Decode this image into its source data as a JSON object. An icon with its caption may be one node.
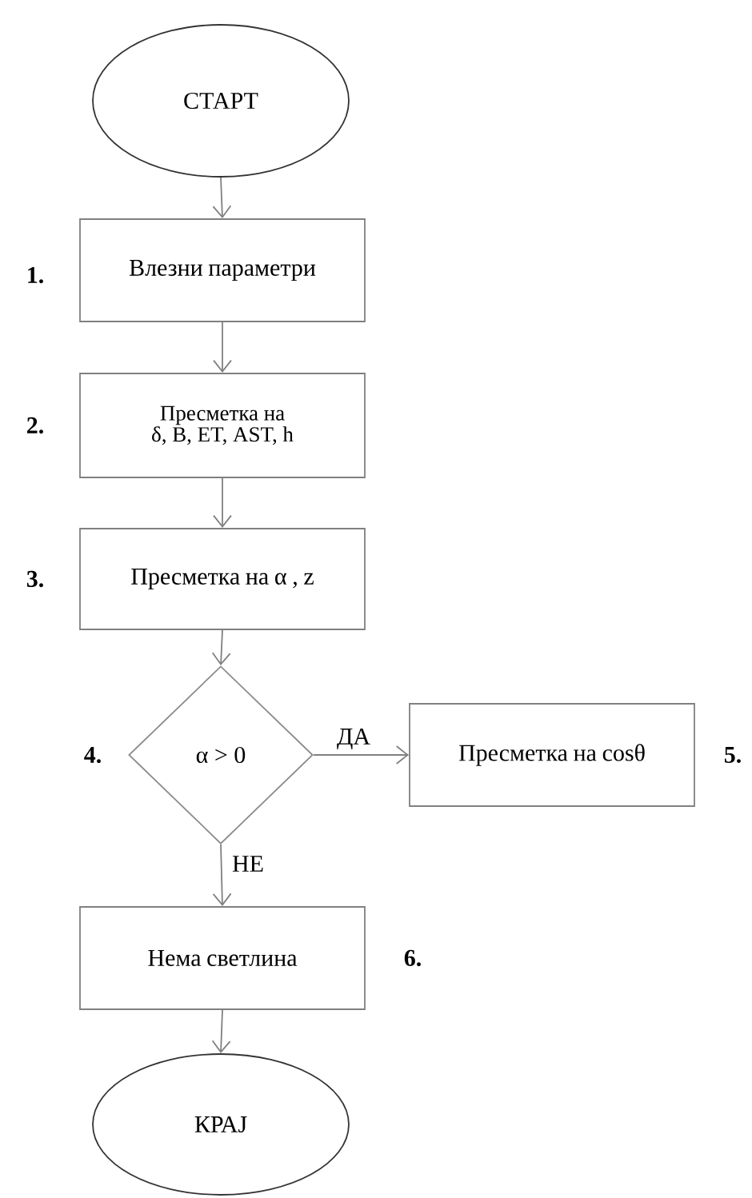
{
  "diagram": {
    "nodes": [
      {
        "text": [
          "СТАРТ"
        ]
      },
      {
        "text": [
          "Влезни параметри"
        ],
        "beside": [
          "1."
        ]
      },
      {
        "text": [
          "Пресметка на δ, B, ET, AST, h"
        ],
        "beside": [
          "2."
        ]
      },
      {
        "text": [
          "Пресметка на α , z"
        ],
        "beside": [
          "3."
        ]
      },
      {
        "text": [
          "α > 0"
        ],
        "beside": [
          "4."
        ]
      },
      {
        "text": [
          "Пресметка на cosθ"
        ],
        "beside": [
          "5."
        ]
      },
      {
        "text": [
          "Нема светлина"
        ],
        "beside": [
          "6."
        ]
      },
      {
        "text": [
          "КРАЈ"
        ]
      }
    ],
    "edges": [
      {
        "from": 0,
        "to": 1,
        "arrow": "to"
      },
      {
        "from": 1,
        "to": 2,
        "arrow": "to"
      },
      {
        "from": 2,
        "to": 3,
        "arrow": "to"
      },
      {
        "from": 3,
        "to": 4,
        "arrow": "to"
      },
      {
        "from": 4,
        "to": 5,
        "arrow": "to",
        "label": "ДА"
      },
      {
        "from": 4,
        "to": 6,
        "arrow": "to",
        "label": "НЕ"
      },
      {
        "from": 6,
        "to": 7,
        "arrow": "to"
      }
    ]
  }
}
